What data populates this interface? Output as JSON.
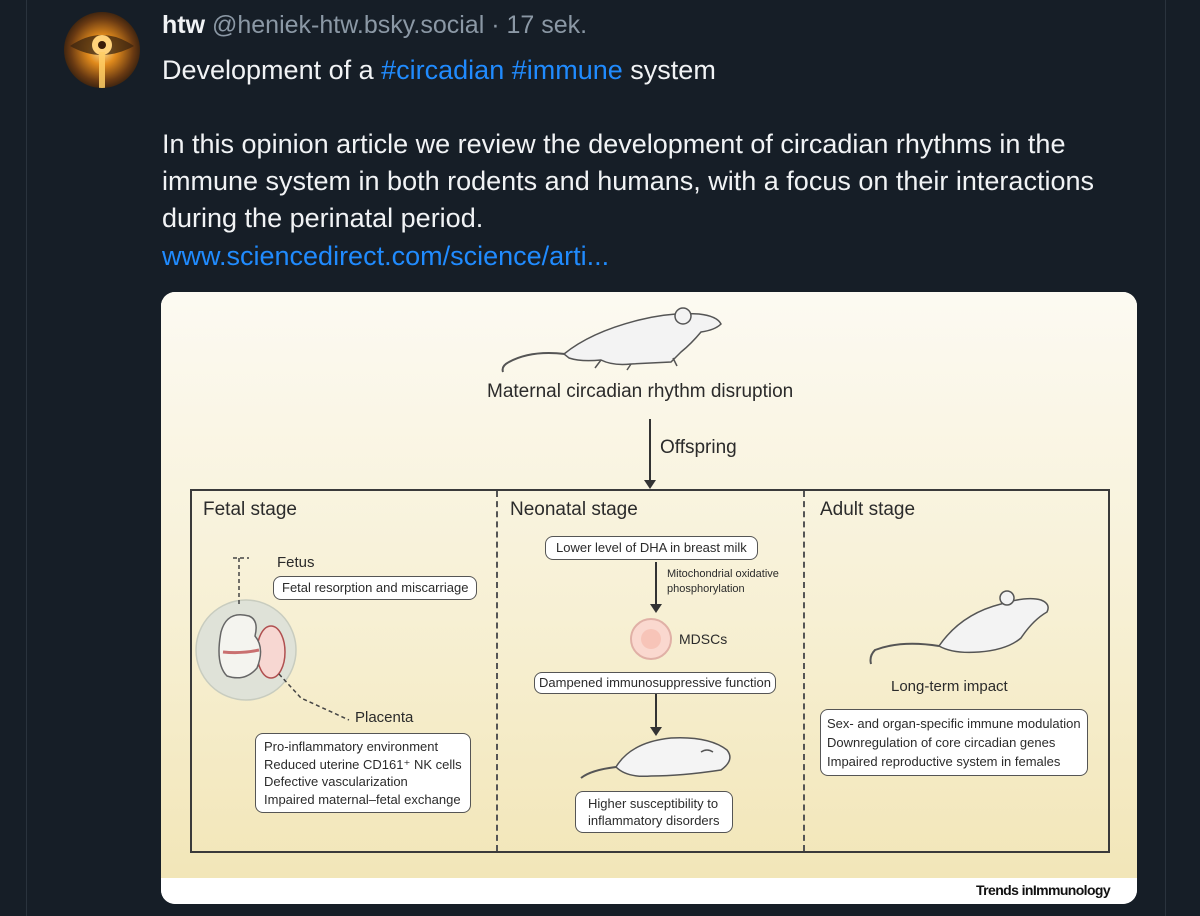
{
  "post": {
    "author_name": "htw",
    "handle": "@heniek-htw.bsky.social",
    "separator": "·",
    "timestamp": "17 sek.",
    "title_prefix": "Development of a",
    "hashtag1": "#circadian",
    "hashtag2": "#immune",
    "title_suffix": "system",
    "body_text": "In this opinion article we review the development of circadian rhythms in the immune system in both rodents and humans, with a focus on their interactions during the perinatal period.",
    "link_text": "www.sciencedirect.com/science/arti..."
  },
  "figure": {
    "top_label": "Maternal circadian rhythm disruption",
    "offspring_label": "Offspring",
    "stages": {
      "fetal": {
        "title": "Fetal stage",
        "fetus_label": "Fetus",
        "fetus_box": "Fetal resorption and miscarriage",
        "placenta_label": "Placenta",
        "placenta_lines": [
          "Pro-inflammatory environment",
          "Reduced uterine CD161⁺ NK cells",
          "Defective vascularization",
          "Impaired maternal–fetal exchange"
        ]
      },
      "neonatal": {
        "title": "Neonatal stage",
        "dha_box": "Lower level of DHA in breast milk",
        "mito_line1": "Mitochondrial oxidative",
        "mito_line2": "phosphorylation",
        "mdscs_label": "MDSCs",
        "dampened_box": "Dampened immunosuppressive function",
        "outcome_line1": "Higher susceptibility to",
        "outcome_line2": "inflammatory disorders"
      },
      "adult": {
        "title": "Adult stage",
        "impact_label": "Long-term impact",
        "impact_lines": [
          "Sex- and organ-specific immune modulation",
          "Downregulation of core circadian genes",
          "Impaired reproductive system in females"
        ]
      }
    },
    "journal_prefix": "Trends in",
    "journal_suffix": "Immunology"
  },
  "colors": {
    "background": "#161e27",
    "text": "#f1f3f5",
    "muted": "#8b98a5",
    "link": "#208bfe"
  }
}
